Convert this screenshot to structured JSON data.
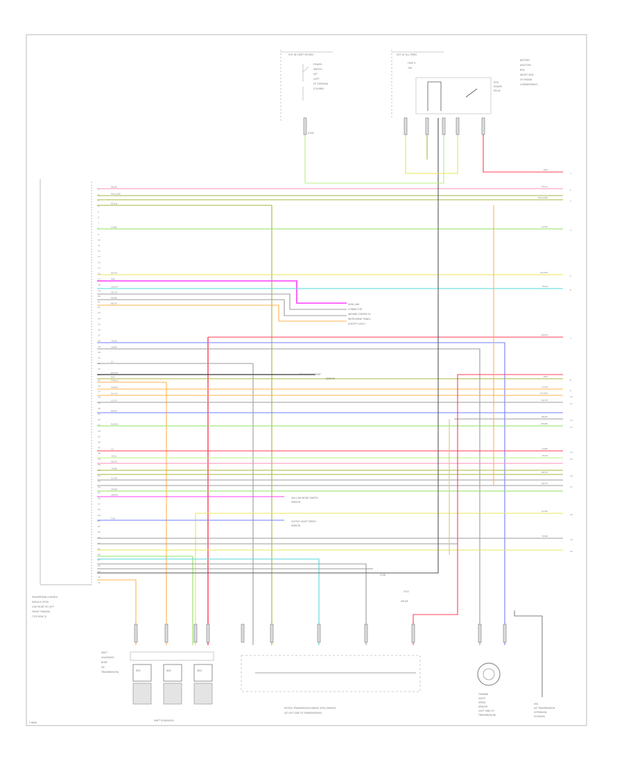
{
  "diagram": {
    "footer_code": "F 6606",
    "pcm_label_lines": [
      "POWERTRAIN CONTROL",
      "MODULE (PCM)",
      "(ON FRONT OF LEFT",
      "FRONT FENDER)",
      "(TOP-ROW 3)"
    ],
    "top_left_fuse": [
      "HOT IN START OR RUN"
    ],
    "relay_label_lines": [
      "POWER",
      "SWITCH",
      "SET",
      "(LEFT",
      "OF STEERING",
      "COLUMN)"
    ],
    "hot_at_all_times": "HOT AT ALL TIMES",
    "fuse_labels": [
      "FUSE 9",
      "10A"
    ],
    "battery_junction_lines": [
      "BATTERY",
      "JUNCTION",
      "BOX",
      "(RIGHT SIDE",
      "OF ENGINE",
      "COMPARTMENT)"
    ],
    "pcm_power_relay_lines": [
      "PCM",
      "POWER",
      "RELAY"
    ],
    "ground_label": "G200",
    "splice_labels": [
      "SPLICE",
      "S148",
      "S101"
    ],
    "tr_sensor_lines": [
      "DIGITAL TRANSMISSION RANGE (DTR) SENSOR",
      "(AT LEFT SIDE OF TRANSMISSION)"
    ],
    "shift_solenoids_label": "SHIFT SOLENOIDS",
    "shift_solenoid_caps": [
      "SS1",
      "SS2",
      "SS3"
    ],
    "shift_solenoid_block_lines": [
      "SHIFT",
      "SOLENOIDS",
      "BODY",
      "(IN",
      "TRANSMISSION)"
    ],
    "turbine_sensor_lines": [
      "TURBINE",
      "SHAFT",
      "SPEED",
      "SENSOR",
      "(LEFT SIDE OF",
      "TRANSMISSION)"
    ],
    "vss_sensor_lines": [
      "VSS",
      "(AT TRANSMISSION",
      "EXTENSION",
      "HOUSING)"
    ],
    "data_link_lines": [
      "DATA LINK",
      "CONNECTOR",
      "(BEHIND CENTER OF",
      "INSTRUMENT PANEL)",
      "(EXCEPT CALIF.)"
    ],
    "inline_notes": [
      [
        "TRANS FLUID TEMP",
        "SENSOR"
      ],
      [
        "4X4 LOW MODE SWITCH",
        "SENSOR"
      ],
      [
        "OUTPUT SHAFT SPEED",
        "SENSOR"
      ]
    ],
    "wire_colors": {
      "red": "#ff3b55",
      "pink": "#ff8fb6",
      "olive": "#a7b53d",
      "yellow": "#e8e45a",
      "green": "#8fe05d",
      "light_green": "#b8ef7f",
      "magenta": "#ff3cff",
      "cyan": "#53d7d9",
      "orange": "#ffb24b",
      "blue": "#6f7cff",
      "gray": "#9b9b9b",
      "dark": "#555555",
      "tan": "#d8c48a"
    },
    "right_wire_labels": [
      "RED",
      "PK/LG",
      "PK/LG/BK",
      "LG/RD",
      "DG/WH",
      "YE/LB",
      "LB/WH",
      "RED",
      "GY/LB",
      "RD/WH",
      "DG/YE",
      "BR/PK",
      "WH/BK",
      "LG/BK",
      "YE/LB",
      "DB/YE",
      "OR/YE",
      "GY/RD",
      "YE/BK"
    ],
    "right_pin_numbers": [
      "1",
      "2",
      "3",
      "4",
      "5",
      "6",
      "7",
      "8",
      "9",
      "10",
      "11",
      "12",
      "13",
      "14",
      "15",
      "16",
      "17",
      "18",
      "19",
      "20"
    ],
    "pcm_pins": [
      "1",
      "2",
      "3",
      "4",
      "5",
      "6",
      "7",
      "8",
      "9",
      "10",
      "11",
      "12",
      "13",
      "14",
      "15",
      "16",
      "17",
      "18",
      "19",
      "20",
      "21",
      "22",
      "23",
      "24",
      "25",
      "26",
      "27",
      "28",
      "29",
      "30",
      "31",
      "32",
      "33",
      "34",
      "35",
      "36",
      "37",
      "38",
      "39",
      "40",
      "41",
      "42",
      "43",
      "44",
      "45",
      "46",
      "47",
      "48",
      "49",
      "50",
      "51",
      "52",
      "53",
      "54",
      "55",
      "56",
      "57",
      "58",
      "59",
      "60",
      "61",
      "62",
      "63",
      "64",
      "65",
      "66",
      "67",
      "68",
      "69",
      "70",
      "71"
    ],
    "pcm_wire_labels": [
      "PK/BK",
      "PK/LG/BK",
      "RD/LB",
      "LG/BK",
      "RD/YE",
      "PNK",
      "LB/WH",
      "OR/YE",
      "PK/BK",
      "BR/YE",
      "YE/LB",
      "LB/BK",
      "GY",
      "BK/WH",
      "RED",
      "TAN/LG",
      "WH/BK",
      "DG/YE",
      "LG/YE",
      "BR/PK",
      "RD/WH",
      "LG",
      "YE/LG",
      "DB/YE",
      "YE/BK",
      "GY/RD",
      "OR/BK",
      "LB/WH",
      "TAN"
    ]
  }
}
